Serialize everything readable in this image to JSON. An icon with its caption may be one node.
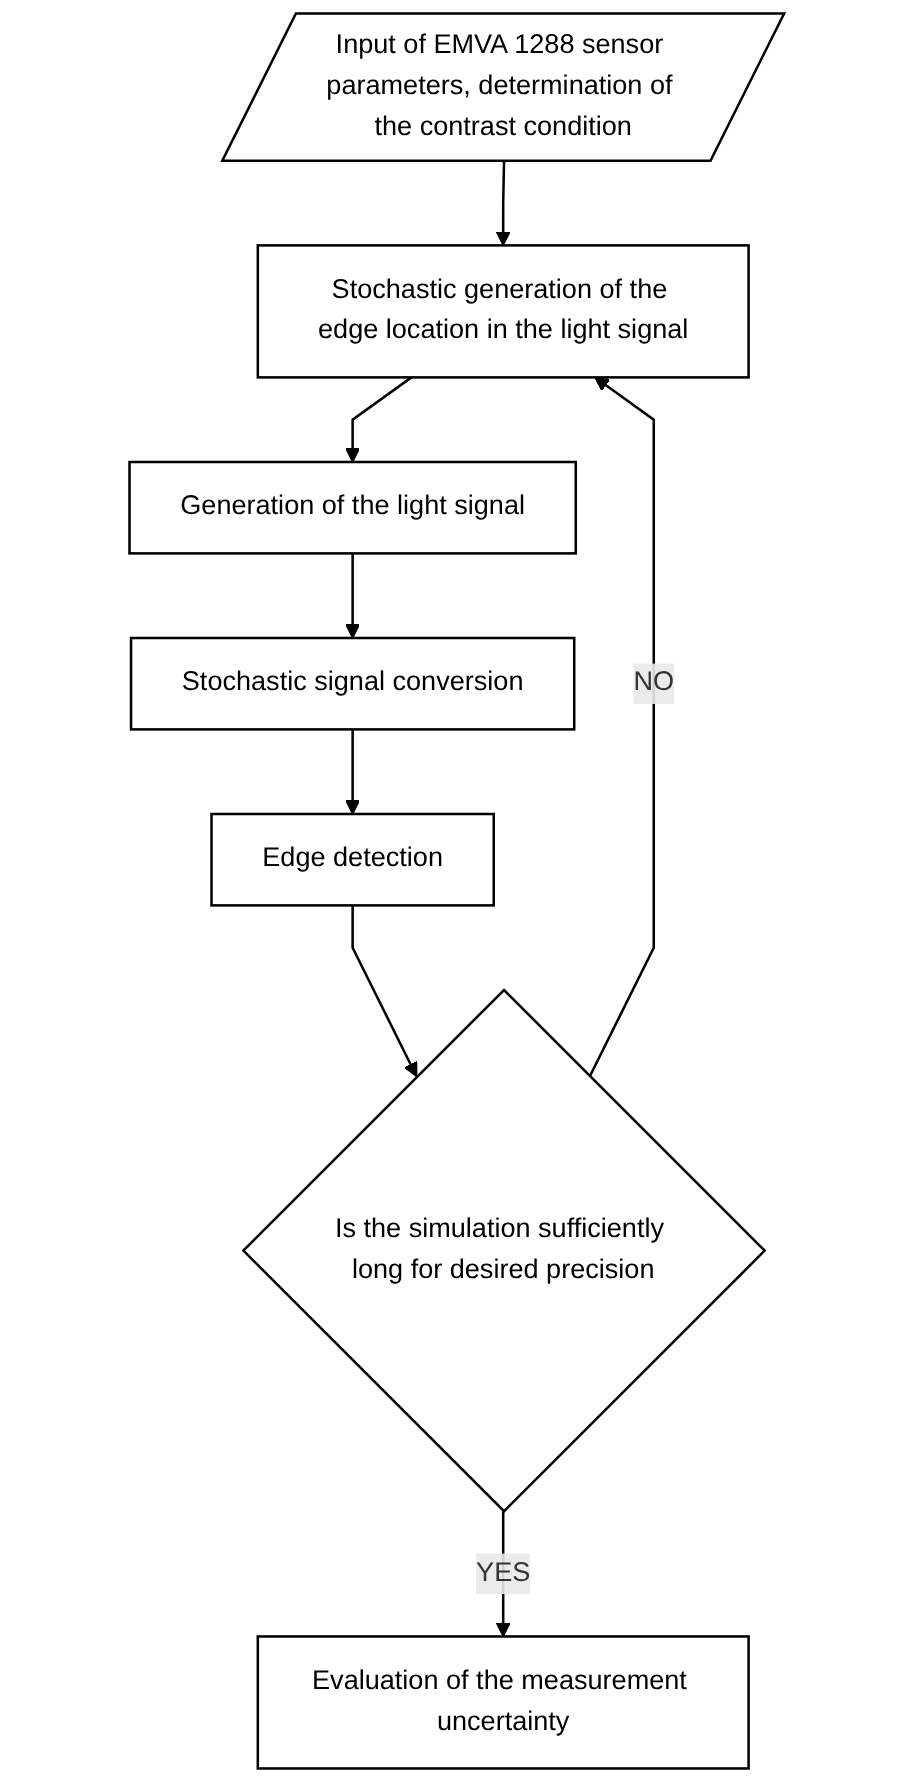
{
  "diagram": {
    "nodes": [
      {
        "text": [
          "Input of EMVA 1288 sensor parameters, determination of the contrast condition"
        ]
      },
      {
        "text": [
          "Stochastic generation of the edge location in the light signal"
        ]
      },
      {
        "text": [
          "Generation of the light signal"
        ]
      },
      {
        "text": [
          "Stochastic signal conversion"
        ]
      },
      {
        "text": [
          "Edge detection"
        ]
      },
      {
        "text": [
          "Is the simulation sufficiently long for desired precision"
        ]
      },
      {
        "text": [
          "Evaluation of the measurement uncertainty"
        ]
      }
    ],
    "edges": [
      {
        "from": 0,
        "to": 1,
        "arrow": "to"
      },
      {
        "from": 1,
        "to": 2,
        "arrow": "to"
      },
      {
        "from": 2,
        "to": 3,
        "arrow": "to"
      },
      {
        "from": 3,
        "to": 4,
        "arrow": "to"
      },
      {
        "from": 4,
        "to": 5,
        "arrow": "to"
      },
      {
        "from": 5,
        "to": 1,
        "arrow": "to",
        "label": "NO"
      },
      {
        "from": 5,
        "to": 6,
        "arrow": "to",
        "label": "YES"
      }
    ]
  }
}
